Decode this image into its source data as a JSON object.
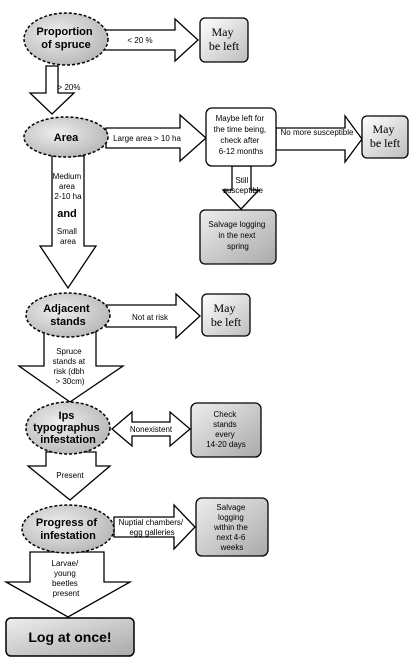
{
  "nodes": {
    "proportion": [
      "Proportion",
      "of spruce"
    ],
    "area": "Area",
    "adjacent": [
      "Adjacent",
      "stands"
    ],
    "ips": [
      "Ips",
      "typographus",
      "infestation"
    ],
    "progress": [
      "Progress of",
      "infestation"
    ]
  },
  "boxes": {
    "may_left_1": [
      "May",
      "be left"
    ],
    "maybe_left_time": [
      "Maybe left for",
      "the time being,",
      "check after",
      "6-12 months"
    ],
    "may_left_2": [
      "May",
      "be left"
    ],
    "salvage_spring": [
      "Salvage logging",
      "in the next",
      "spring"
    ],
    "may_left_3": [
      "May",
      "be left"
    ],
    "check_stands": [
      "Check",
      "stands",
      "every",
      "14-20 days"
    ],
    "salvage_weeks": [
      "Salvage",
      "logging",
      "within the",
      "next 4-6",
      "weeks"
    ],
    "log_at_once": "Log at once!"
  },
  "arrows": {
    "lt20": "< 20 %",
    "gt20": "> 20%",
    "large_area": "Large area > 10 ha",
    "no_more": "No more susceptible",
    "still": [
      "Still",
      "susceptible"
    ],
    "medium": [
      "Medium",
      "area",
      "2-10 ha"
    ],
    "and": "and",
    "small": [
      "Small",
      "area"
    ],
    "not_at_risk": "Not at risk",
    "spruce_risk": [
      "Spruce",
      "stands at",
      "risk (dbh",
      "> 30cm)"
    ],
    "nonexistent": "Nonexistent",
    "present": "Present",
    "nuptial": [
      "Nuptial chambers/",
      "egg galleries"
    ],
    "larvae": [
      "Larvae/",
      "young",
      "beetles",
      "present"
    ]
  },
  "colors": {
    "ellipse_fill": "#c8c8c8",
    "box_fill": "#d2d2d2",
    "stroke": "#000000"
  }
}
